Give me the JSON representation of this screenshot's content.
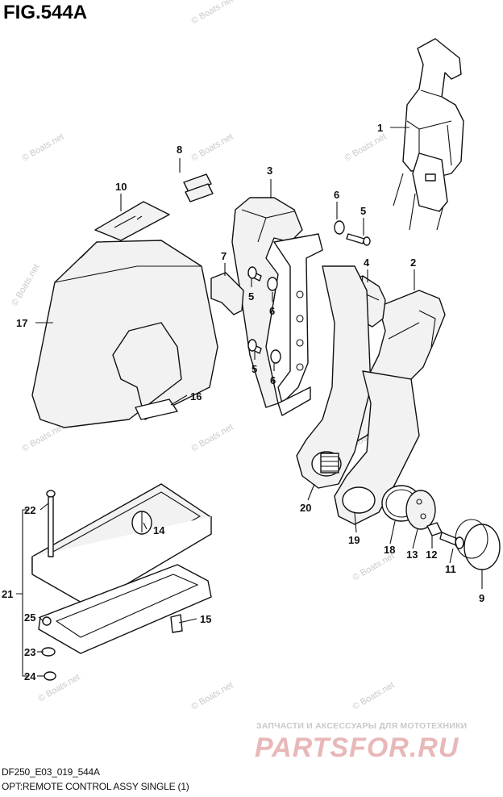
{
  "figure_title": "FIG.544A",
  "watermark_text": "© Boats.net",
  "footer": {
    "model_code": "DF250_E03_019_544A",
    "caption": "OPT:REMOTE CONTROL ASSY SINGLE (1)"
  },
  "banner": {
    "tagline": "ЗАПЧАСТИ И АКСЕССУАРЫ ДЛЯ МОТОТЕХНИКИ",
    "brand": "PARTSFOR.RU"
  },
  "callouts": [
    "1",
    "2",
    "3",
    "4",
    "5",
    "5",
    "5",
    "6",
    "6",
    "6",
    "7",
    "8",
    "9",
    "10",
    "11",
    "12",
    "13",
    "14",
    "15",
    "16",
    "17",
    "18",
    "19",
    "20",
    "21",
    "22",
    "23",
    "24",
    "25"
  ],
  "colors": {
    "line": "#111111",
    "watermark": "#c8c8c8",
    "brand": "#e8b8b8"
  }
}
